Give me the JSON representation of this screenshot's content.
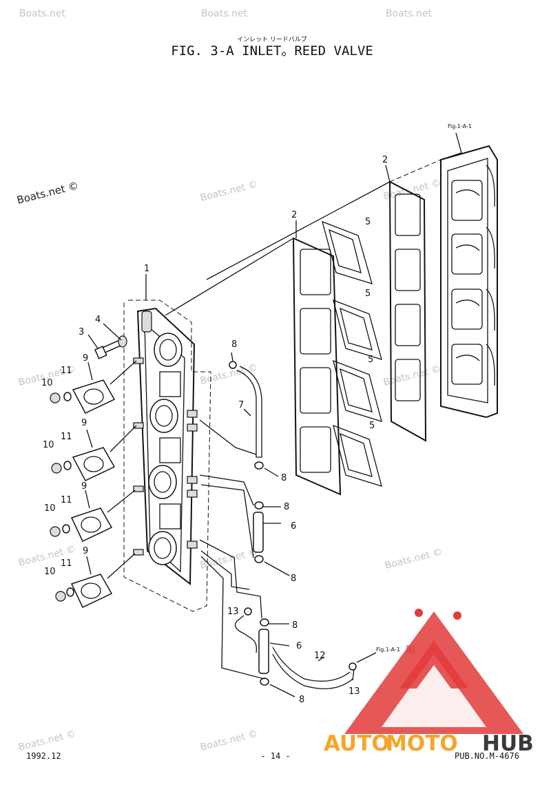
{
  "header": {
    "japanese_title": "インレット リードバルブ",
    "figure_title": "FIG.  3-A INLET。REED VALVE"
  },
  "refs": {
    "fig_ref_top": "Fig.1-A-1",
    "fig_ref_bottom": "Fig.1-A-1",
    "fig_ref_bottom_box": "A"
  },
  "callouts": {
    "c1": "1",
    "c2a": "2",
    "c2b": "2",
    "c3": "3",
    "c4": "4",
    "c5a": "5",
    "c5b": "5",
    "c5c": "5",
    "c5d": "5",
    "c6a": "6",
    "c6b": "6",
    "c7": "7",
    "c8a": "8",
    "c8b": "8",
    "c8c": "8",
    "c8d": "8",
    "c8e": "8",
    "c8f": "8",
    "c9a": "9",
    "c9b": "9",
    "c9c": "9",
    "c9d": "9",
    "c10a": "10",
    "c10b": "10",
    "c10c": "10",
    "c10d": "10",
    "c11a": "11",
    "c11b": "11",
    "c11c": "11",
    "c11d": "11",
    "c12": "12",
    "c13a": "13",
    "c13b": "13"
  },
  "footer": {
    "date": "1992.12",
    "page": "- 14 -",
    "pub_no": "PUB.NO.M-4676"
  },
  "watermarks": {
    "text": "Boats.net ©",
    "text_short": "Boats.net",
    "color": "#c4c4c4"
  },
  "logo": {
    "part1": "AUTO",
    "part2": "MOTO",
    "part3": "HUB",
    "colors": {
      "triangle": "#e23b3b",
      "auto": "#f4a62a",
      "moto": "#f4a62a",
      "hub": "#3a3a3a"
    }
  }
}
